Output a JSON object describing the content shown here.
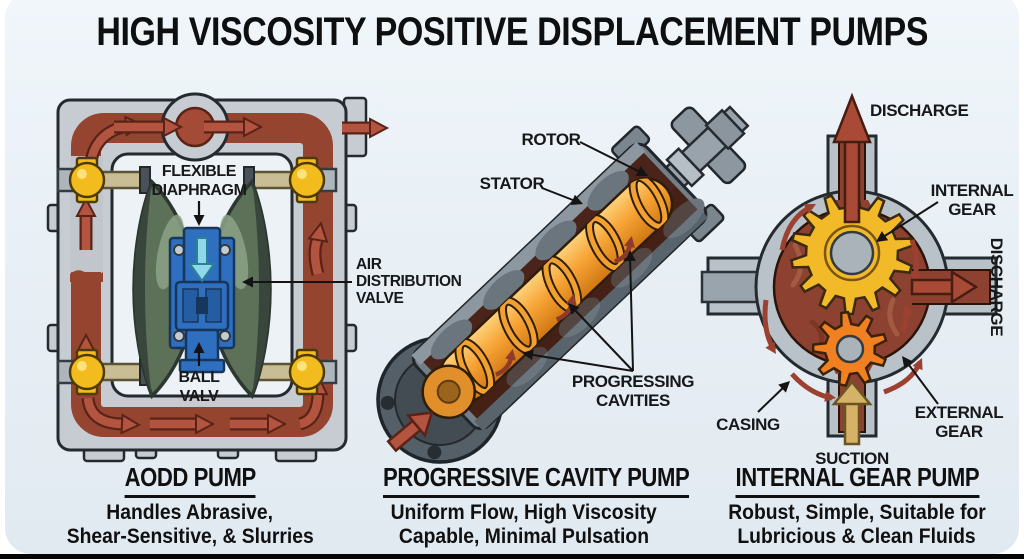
{
  "title": "HIGH VISCOSITY POSITIVE DISPLACEMENT PUMPS",
  "pumps": [
    {
      "id": "aodd",
      "heading": "AODD PUMP",
      "description": [
        "Handles Abrasive,",
        "Shear-Sensitive, & Slurries"
      ],
      "labels": {
        "flexible_diaphragm": [
          "FLEXIBLE",
          "DIAPHRAGM"
        ],
        "air_distribution_valve": [
          "AIR",
          "DISTRIBUTION",
          "VALVE"
        ],
        "ball_valve": [
          "BALL",
          "VALV"
        ]
      }
    },
    {
      "id": "progressive_cavity",
      "heading": "PROGRESSIVE CAVITY PUMP",
      "description": [
        "Uniform Flow, High Viscosity",
        "Capable, Minimal Pulsation"
      ],
      "labels": {
        "rotor": "ROTOR",
        "stator": "STATOR",
        "progressing_cavities": [
          "PROGRESSING",
          "CAVITIES"
        ]
      }
    },
    {
      "id": "internal_gear",
      "heading": "INTERNAL GEAR PUMP",
      "description": [
        "Robust, Simple, Suitable for",
        "Lubricious & Clean Fluids"
      ],
      "labels": {
        "discharge_top": "DISCHARGE",
        "discharge_side": "DISCHARGE",
        "internal_gear": [
          "INTERNAL",
          "GEAR"
        ],
        "external_gear": [
          "EXTERNAL",
          "GEAR"
        ],
        "casing": "CASING",
        "suction": "SUCTION"
      }
    }
  ],
  "colors": {
    "background": "#e9f0f6",
    "casing_gray": "#c6ccd2",
    "fluid_brown": "#95452f",
    "arrow_red": "#b2543f",
    "valve_yellow": "#f3bc1e",
    "diaphragm_green": "#5d7158",
    "valve_blue": "#2f6fc0",
    "rotor_orange": "#f7a335",
    "gear_yellow": "#f2b929",
    "gear_orange": "#f08020",
    "suction_tan": "#d5b268",
    "label_text": "#16181a"
  }
}
